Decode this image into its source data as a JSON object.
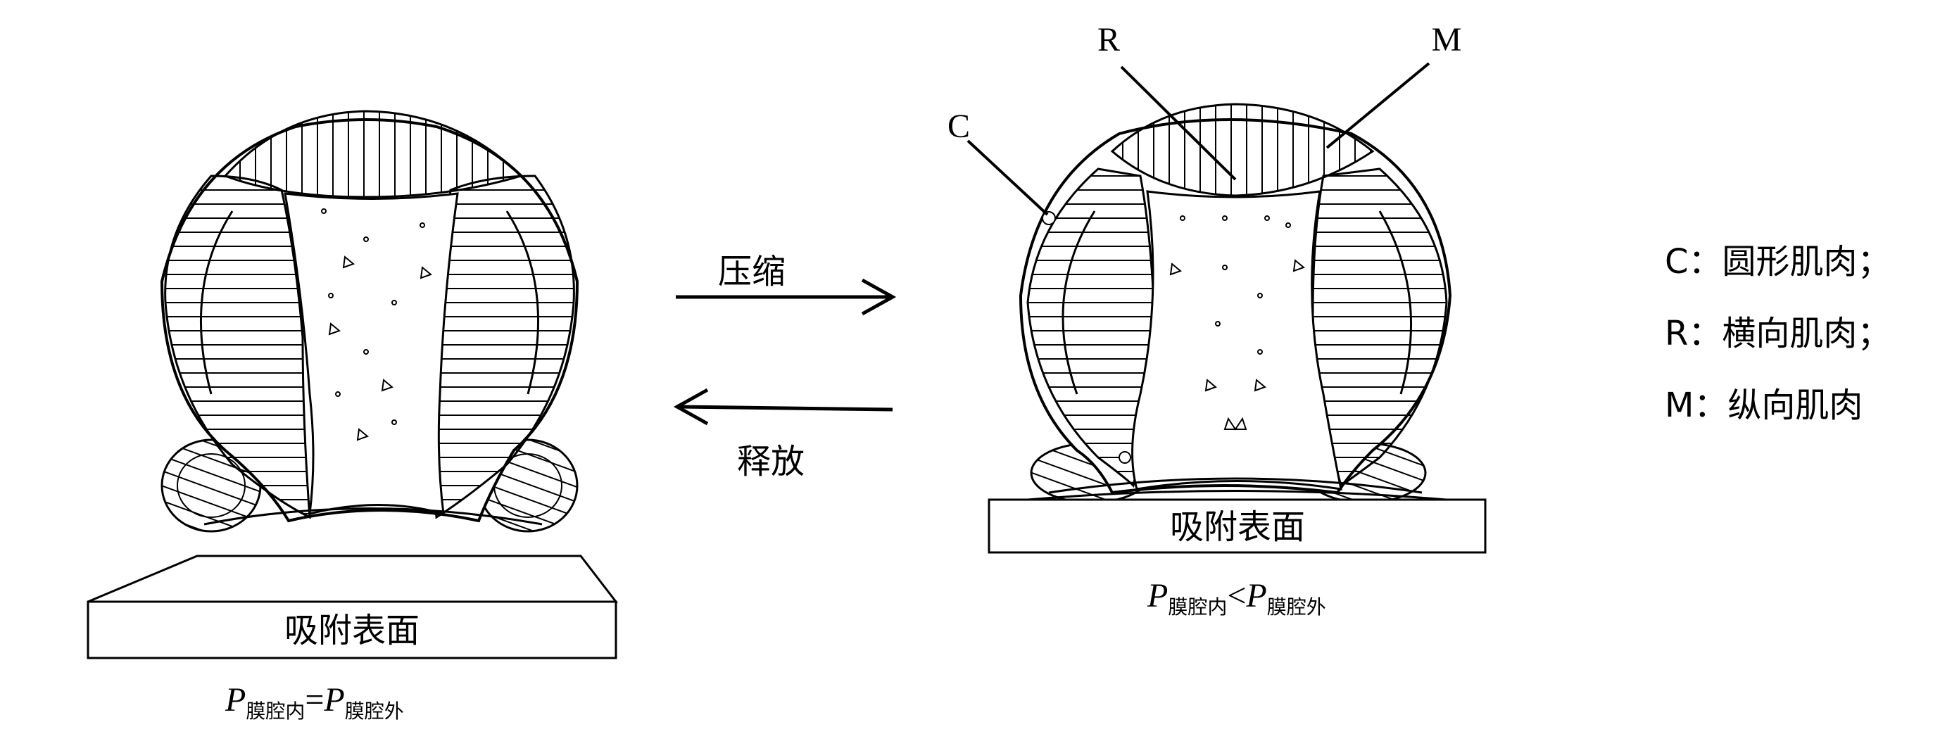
{
  "left_panel": {
    "surface_label": "吸附表面",
    "pressure": {
      "p1": "P",
      "sub1": "膜腔内",
      "op": "=",
      "p2": "P",
      "sub2": "膜腔外"
    }
  },
  "arrows": {
    "compress_label": "压缩",
    "release_label": "释放"
  },
  "right_panel": {
    "surface_label": "吸附表面",
    "pressure": {
      "p1": "P",
      "sub1": "膜腔内",
      "op": "<",
      "p2": "P",
      "sub2": "膜腔外"
    },
    "callouts": {
      "c": "C",
      "r": "R",
      "m": "M"
    }
  },
  "legend": [
    {
      "text": "C：圆形肌肉；"
    },
    {
      "text": "R：横向肌肉；"
    },
    {
      "text": "M：纵向肌肉"
    }
  ]
}
